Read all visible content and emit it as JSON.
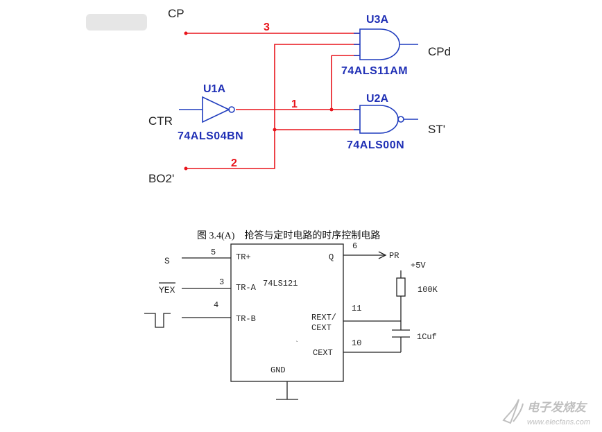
{
  "colors": {
    "wire_red": "#e8141b",
    "wire_blue": "#1f3cbe",
    "part_blue": "#1f2fb5",
    "text_black": "#222222",
    "blur_gray": "#e6e6e6",
    "watermark": "#bfbfbf"
  },
  "circuit_a": {
    "inputs": {
      "cp": "CP",
      "ctr": "CTR",
      "bo2": "BO2'"
    },
    "outputs": {
      "cpd": "CPd",
      "st": "ST'"
    },
    "net_numbers": {
      "n3": "3",
      "n1": "1",
      "n2": "2"
    },
    "u1": {
      "ref": "U1A",
      "part": "74ALS04BN"
    },
    "u3": {
      "ref": "U3A",
      "part": "74ALS11AM"
    },
    "u2": {
      "ref": "U2A",
      "part": "74ALS00N"
    }
  },
  "caption": "图 3.4(A)    抢答与定时电路的时序控制电路",
  "circuit_b": {
    "chip_name": "74LS121",
    "pins": {
      "tr_plus": "TR+",
      "tr_a": "TR-A",
      "tr_b": "TR-B",
      "q": "Q",
      "rext": "REXT/",
      "cext1": "CEXT",
      "cext2": "CEXT",
      "gnd": "GND"
    },
    "pin_numbers": {
      "p5": "5",
      "p3": "3",
      "p4": "4",
      "p6": "6",
      "p11": "11",
      "p10": "10"
    },
    "signals": {
      "s": "S",
      "yex": "YEX",
      "pr": "PR"
    },
    "parts": {
      "vcc": "+5V",
      "r": "100K",
      "c": "1Cuf"
    },
    "dot_mark": "`"
  },
  "watermark": {
    "text": "电子发烧友",
    "url": "www.elecfans.com"
  }
}
